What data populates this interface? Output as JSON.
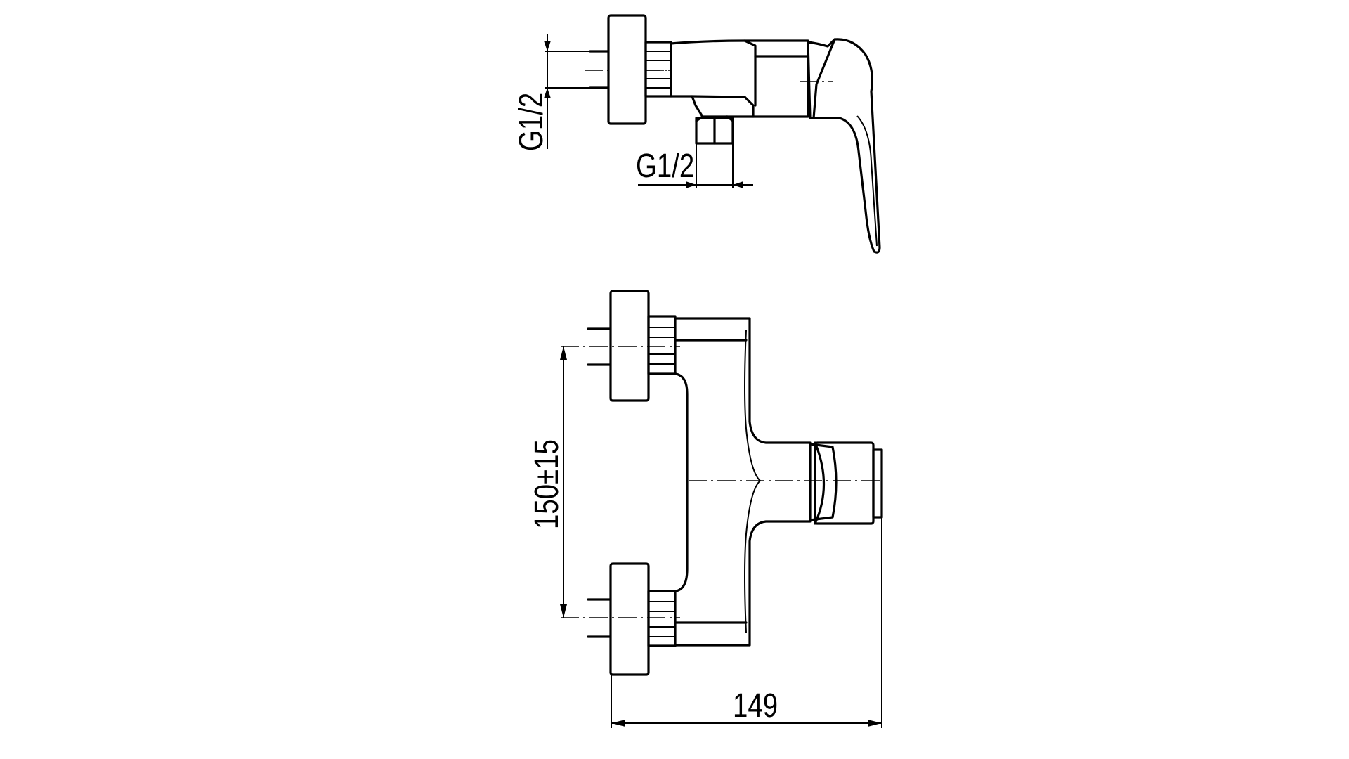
{
  "drawing": {
    "title": "Wall-mounted single-lever shower mixer - dimension drawing",
    "side_view": {
      "inlet_thread_label": "G1/2",
      "outlet_thread_label": "G1/2"
    },
    "front_view": {
      "inlet_spacing_label": "150±15",
      "overall_depth_label": "149"
    },
    "colors": {
      "line": "#000000",
      "background": "#ffffff"
    }
  }
}
